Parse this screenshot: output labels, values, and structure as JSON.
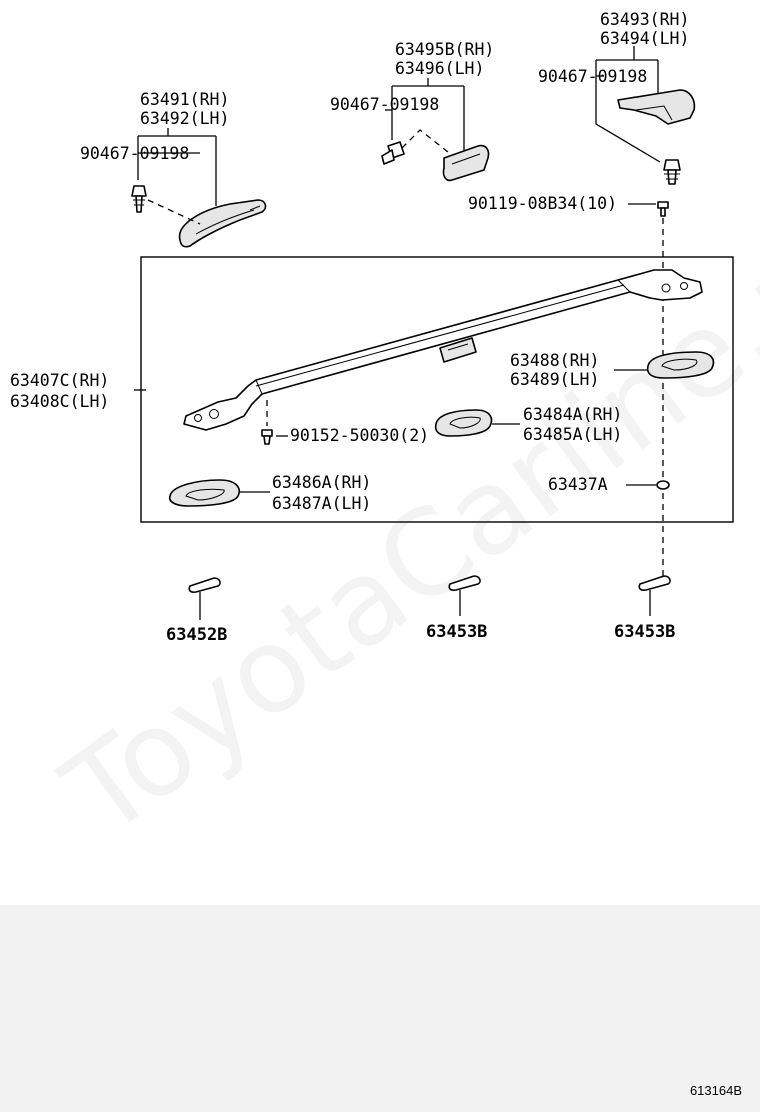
{
  "watermark": "ToyotaCarline.ru",
  "diagram_code": "613164B",
  "labels": {
    "p63491": "63491(RH)",
    "p63492": "63492(LH)",
    "p90467_a": "90467-09198",
    "p63495b": "63495B(RH)",
    "p63496": "63496(LH)",
    "p90467_b": "90467-09198",
    "p63493": "63493(RH)",
    "p63494": "63494(LH)",
    "p90467_c": "90467-09198",
    "p90119": "90119-08B34(10)",
    "p63407c": "63407C(RH)",
    "p63408c": "63408C(LH)",
    "p63488": "63488(RH)",
    "p63489": "63489(LH)",
    "p90152": "90152-50030(2)",
    "p63484a": "63484A(RH)",
    "p63485a": "63485A(LH)",
    "p63437a": "63437A",
    "p63486a": "63486A(RH)",
    "p63487a": "63487A(LH)",
    "p63452b": "63452B",
    "p63453b_1": "63453B",
    "p63453b_2": "63453B"
  }
}
